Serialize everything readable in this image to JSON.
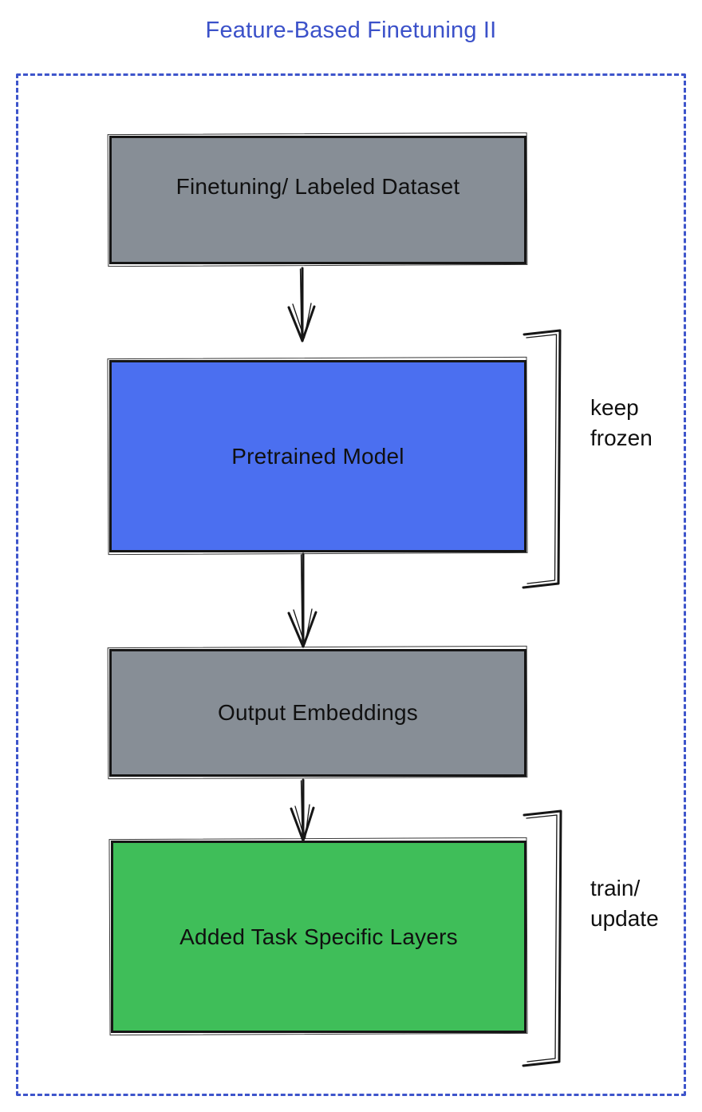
{
  "title": "Feature-Based Finetuning II",
  "colors": {
    "title_blue": "#3b51c9",
    "frame_blue": "#3e55cb",
    "gray_fill": "#878e96",
    "blue_fill": "#4b6ff0",
    "green_fill": "#3fbe59",
    "ink": "#161616"
  },
  "boxes": [
    {
      "id": "finetuning-dataset",
      "label": "Finetuning/ Labeled Dataset",
      "fill": "gray_fill"
    },
    {
      "id": "pretrained-model",
      "label": "Pretrained Model",
      "fill": "blue_fill"
    },
    {
      "id": "output-embeddings",
      "label": "Output Embeddings",
      "fill": "gray_fill"
    },
    {
      "id": "added-task-layers",
      "label": "Added Task Specific Layers",
      "fill": "green_fill"
    }
  ],
  "annotations": [
    {
      "id": "keep-frozen",
      "lines": [
        "keep",
        "frozen"
      ]
    },
    {
      "id": "train-update",
      "lines": [
        "train/",
        "update"
      ]
    }
  ]
}
